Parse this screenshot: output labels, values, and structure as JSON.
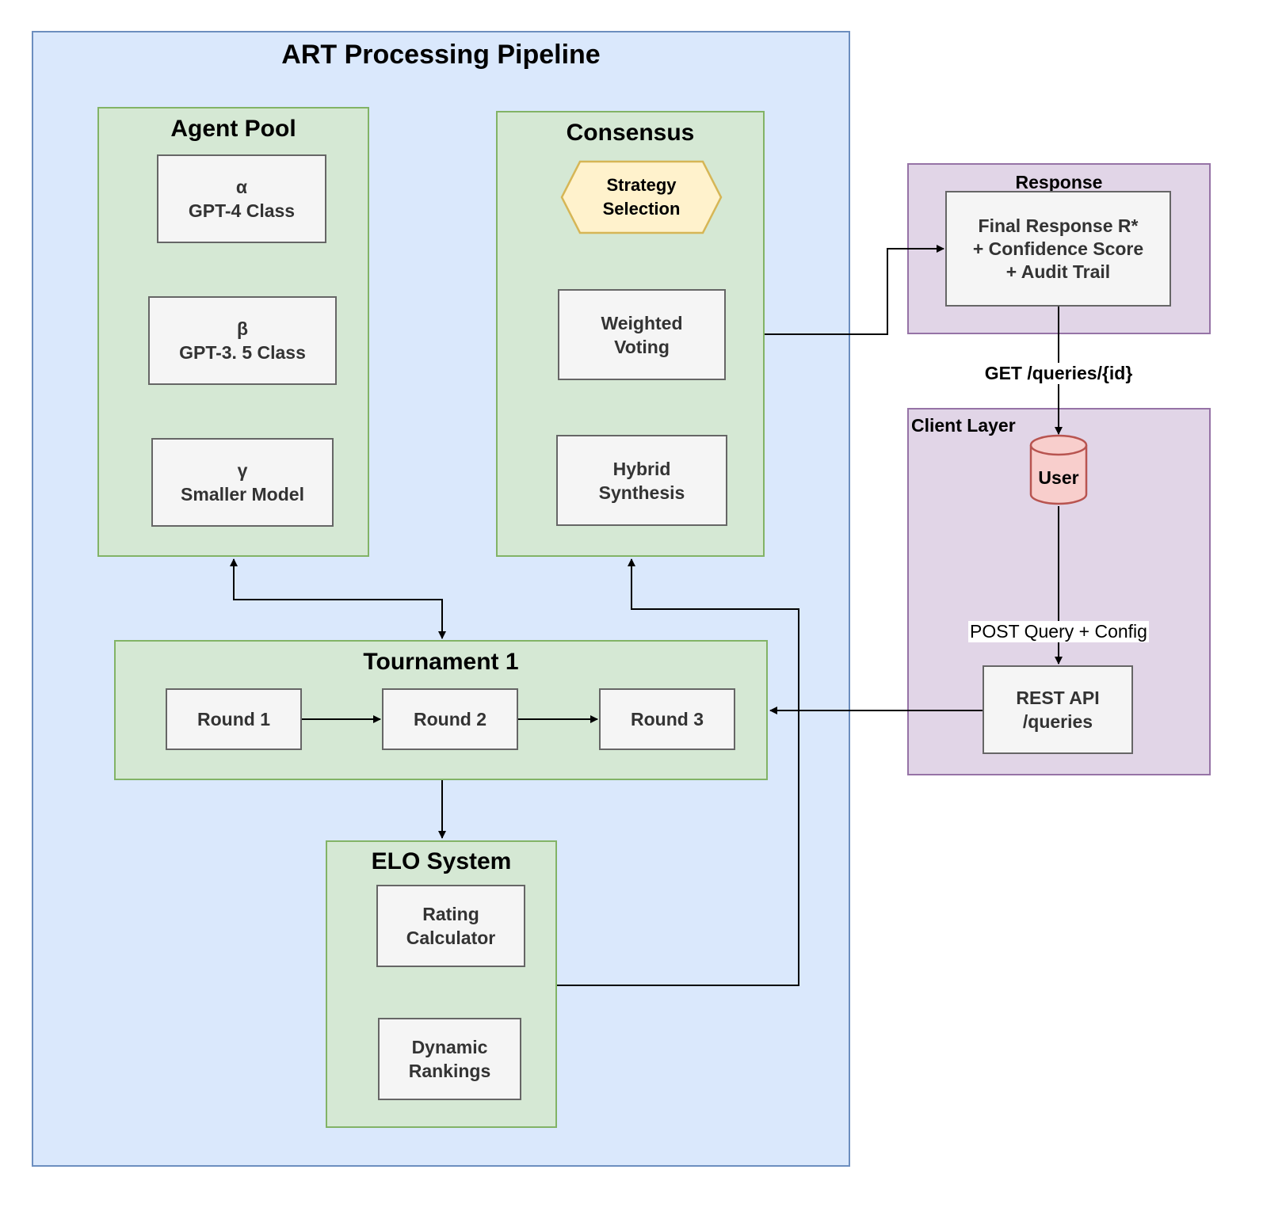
{
  "pipeline": {
    "title": "ART Processing Pipeline"
  },
  "agent_pool": {
    "title": "Agent Pool",
    "agents": [
      {
        "label": "α\nGPT-4 Class"
      },
      {
        "label": "β\nGPT-3. 5 Class"
      },
      {
        "label": "γ\nSmaller Model"
      }
    ]
  },
  "consensus": {
    "title": "Consensus",
    "strategy": "Strategy\nSelection",
    "weighted_voting": "Weighted\nVoting",
    "hybrid_synthesis": "Hybrid\nSynthesis"
  },
  "tournament": {
    "title": "Tournament 1",
    "rounds": [
      {
        "label": "Round 1"
      },
      {
        "label": "Round 2"
      },
      {
        "label": "Round 3"
      }
    ]
  },
  "elo": {
    "title": "ELO System",
    "rating_calculator": "Rating\nCalculator",
    "dynamic_rankings": "Dynamic\nRankings"
  },
  "response": {
    "title": "Response",
    "final": "Final Response R*\n+ Confidence Score\n+ Audit Trail"
  },
  "client_layer": {
    "title": "Client Layer",
    "user": "User",
    "rest_api": "REST API\n/queries"
  },
  "edges": {
    "get_label": "GET /queries/{id}",
    "post_label": "POST Query + Config"
  },
  "colors": {
    "pipeline_fill": "#dae8fc",
    "pipeline_stroke": "#6c8ebf",
    "group_fill": "#d5e8d4",
    "group_stroke": "#82b366",
    "client_fill": "#e1d5e7",
    "client_stroke": "#9673a6",
    "strategy_fill": "#fff2cc",
    "strategy_stroke": "#d6b656",
    "user_fill": "#f8cecc",
    "user_stroke": "#b85450"
  }
}
